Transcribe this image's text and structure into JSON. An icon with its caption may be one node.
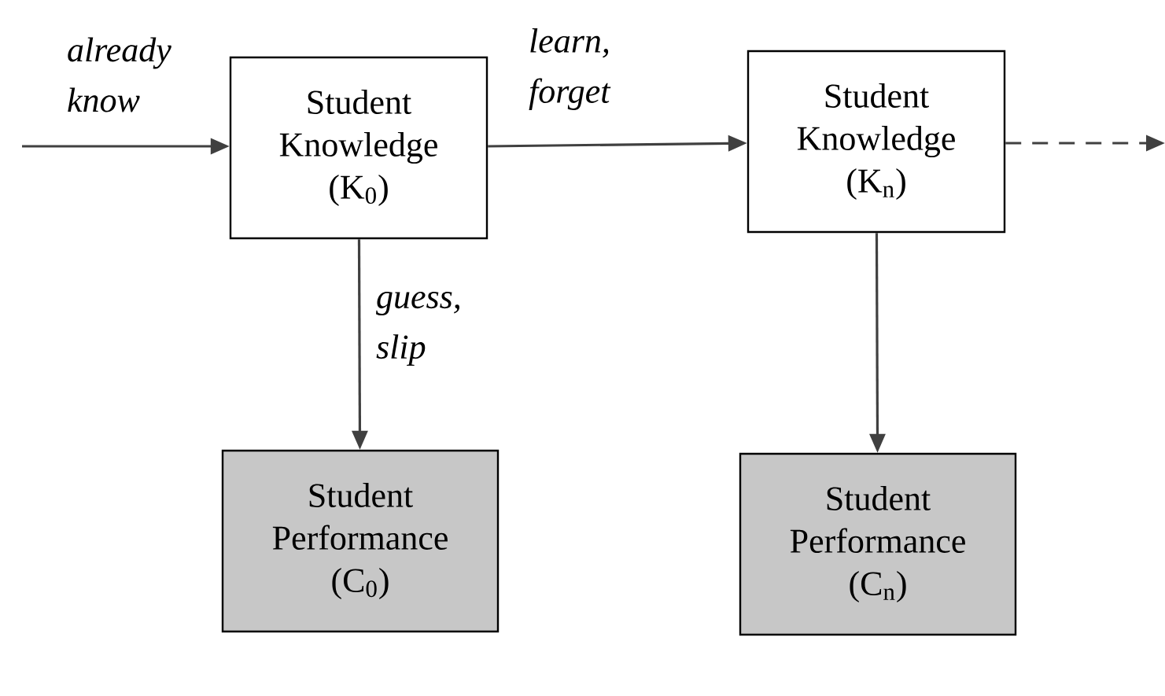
{
  "diagram": {
    "nodes": [
      {
        "text": [
          "Student Knowledge (K$_{0}$)"
        ]
      },
      {
        "text": [
          "Student Knowledge (K$_{n}$)"
        ]
      },
      {
        "text": [
          "Student Performance (C$_{0}$)"
        ]
      },
      {
        "text": [
          "Student Performance (C$_{n}$)"
        ]
      }
    ],
    "edges": [
      {
        "from": null,
        "to": 0,
        "arrow": "to",
        "label": "already know"
      },
      {
        "from": 0,
        "to": 1,
        "arrow": "to",
        "label": "learn, forget"
      },
      {
        "from": 1,
        "to": null,
        "arrow": "to",
        "style": "dashed"
      },
      {
        "from": 0,
        "to": 2,
        "arrow": "to",
        "label": "guess, slip"
      },
      {
        "from": 1,
        "to": 3,
        "arrow": "to"
      }
    ]
  }
}
